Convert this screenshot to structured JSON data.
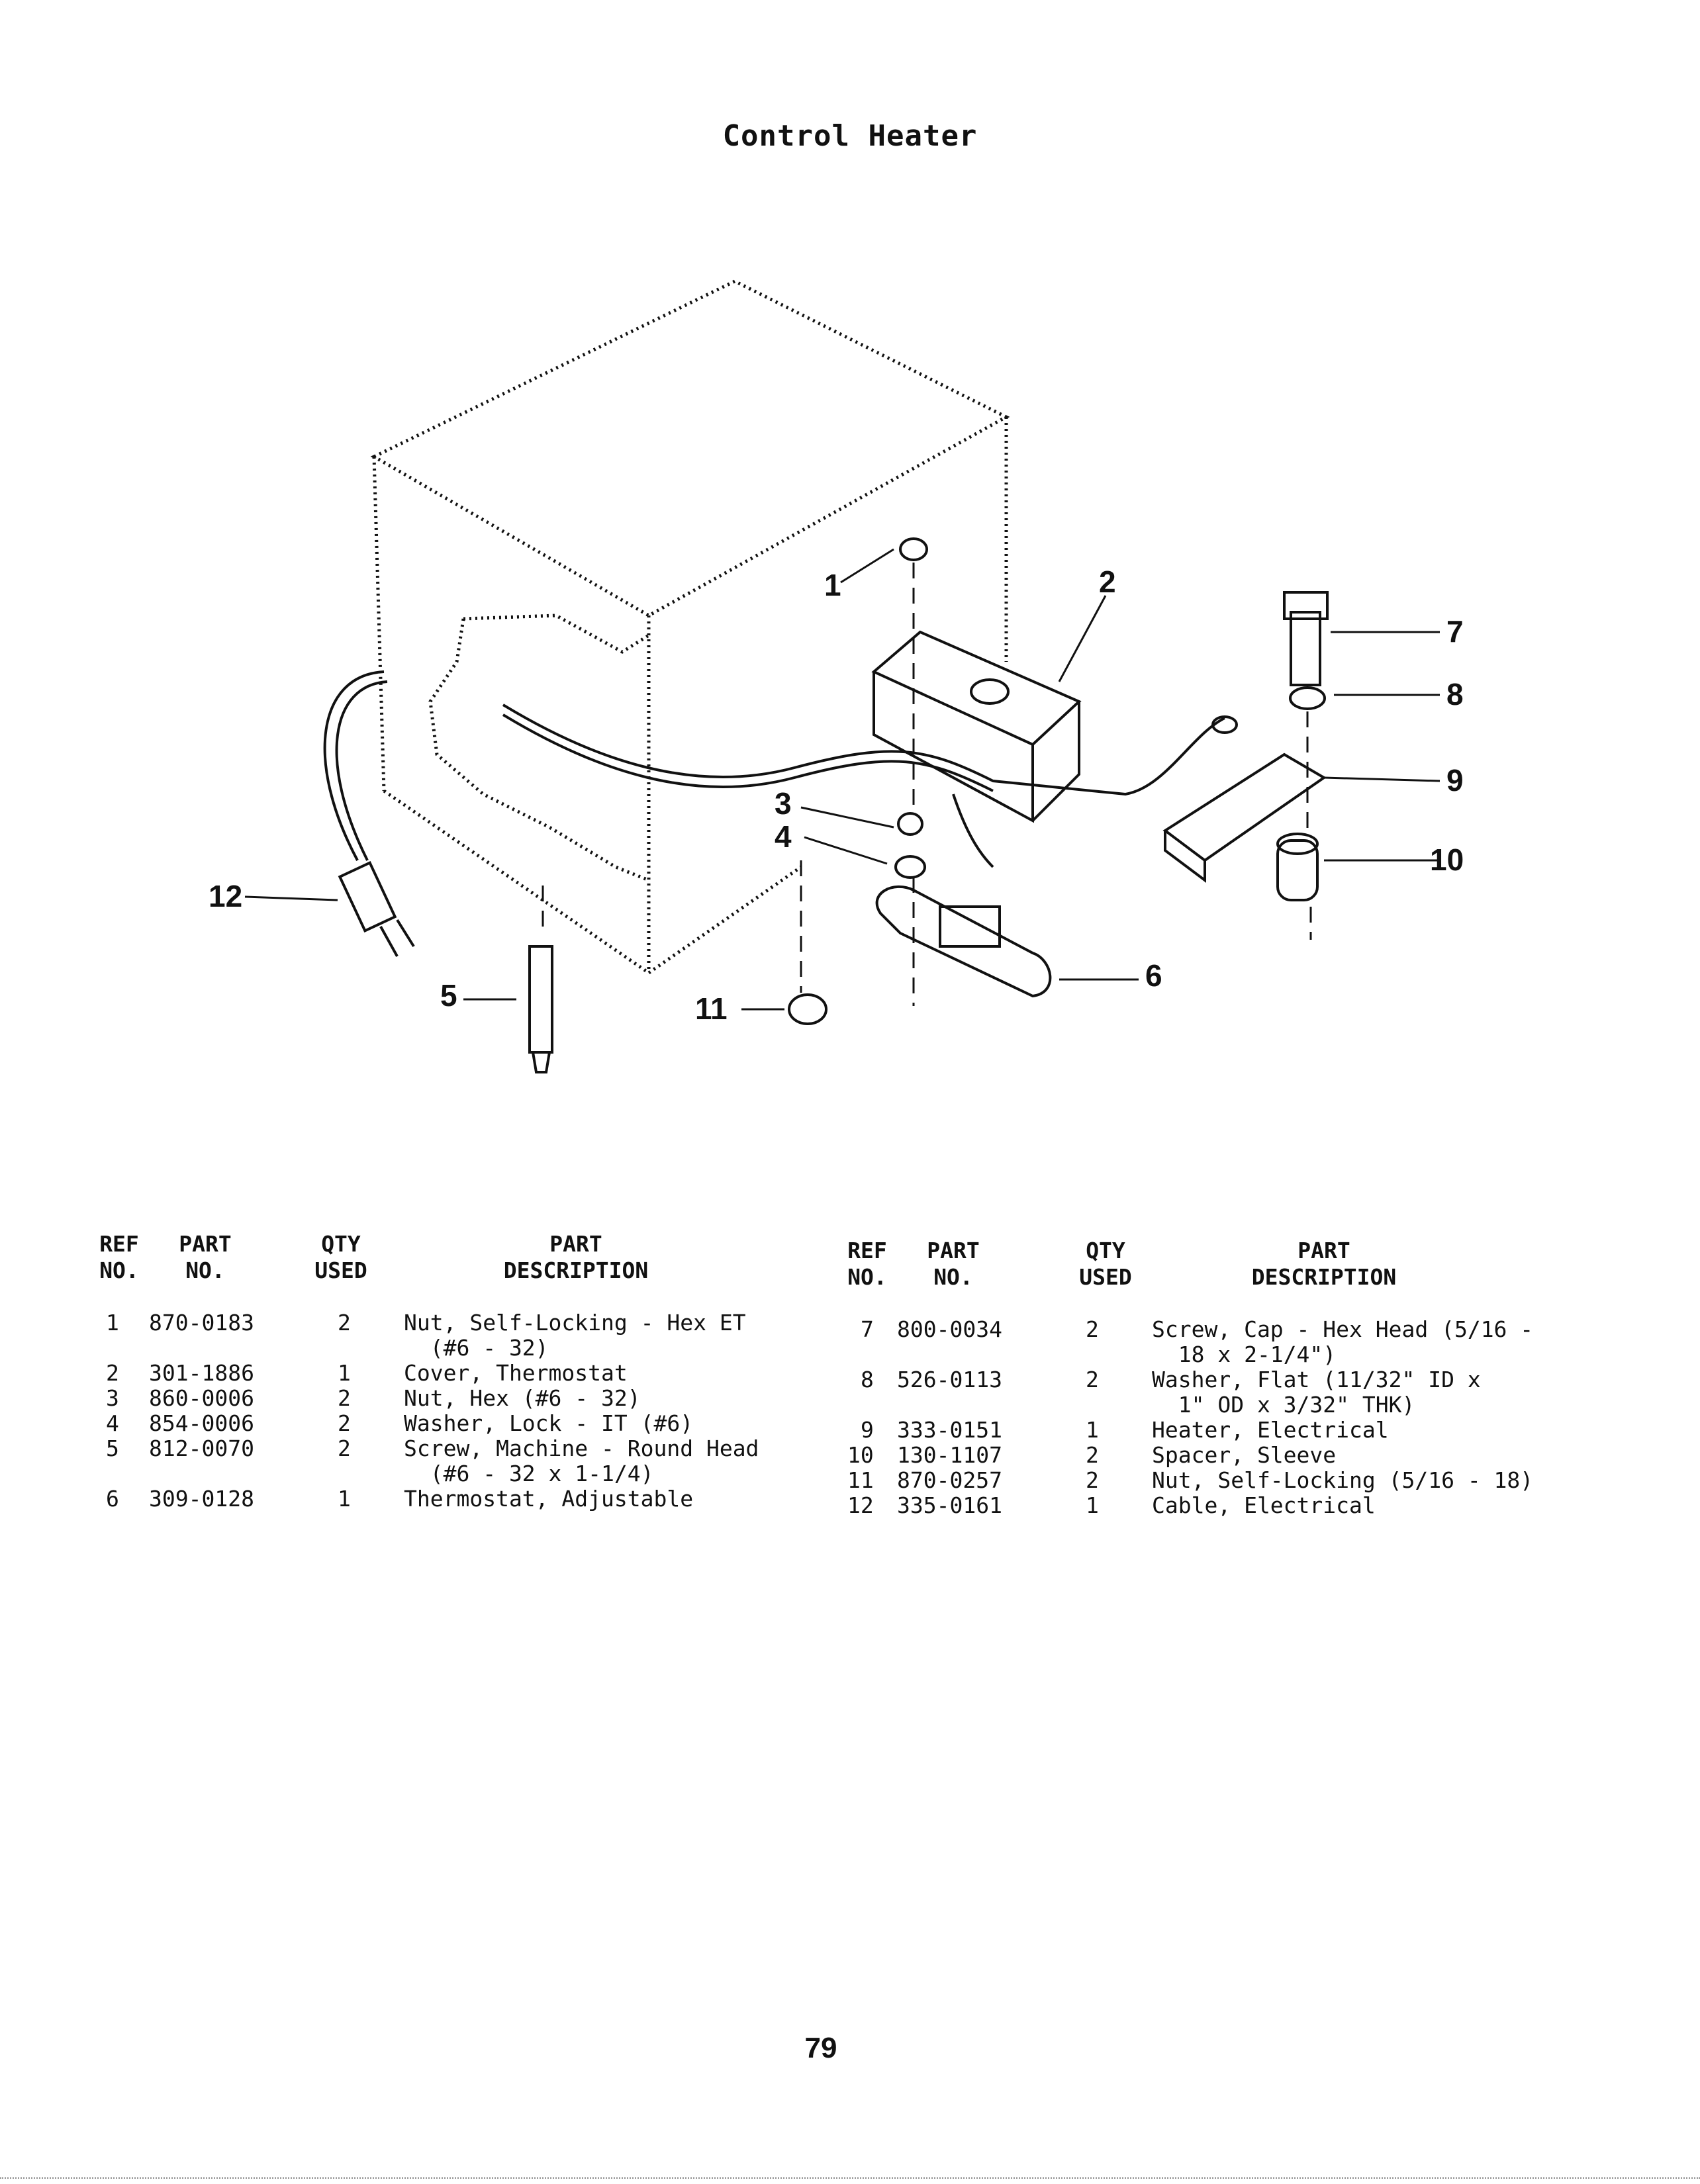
{
  "title": "Control Heater",
  "diagram": {
    "callouts": [
      "1",
      "2",
      "3",
      "4",
      "5",
      "6",
      "7",
      "8",
      "9",
      "10",
      "11",
      "12"
    ]
  },
  "table": {
    "headers": {
      "ref_no": [
        "REF",
        "NO."
      ],
      "part_no": [
        "PART",
        "NO."
      ],
      "qty_used": [
        "QTY",
        "USED"
      ],
      "part_description": [
        "PART",
        "DESCRIPTION"
      ]
    },
    "left": [
      {
        "ref": "1",
        "part": "870-0183",
        "qty": "2",
        "desc": [
          "Nut, Self-Locking - Hex ET",
          "  (#6 - 32)"
        ]
      },
      {
        "ref": "2",
        "part": "301-1886",
        "qty": "1",
        "desc": [
          "Cover, Thermostat"
        ]
      },
      {
        "ref": "3",
        "part": "860-0006",
        "qty": "2",
        "desc": [
          "Nut, Hex (#6 - 32)"
        ]
      },
      {
        "ref": "4",
        "part": "854-0006",
        "qty": "2",
        "desc": [
          "Washer, Lock - IT (#6)"
        ]
      },
      {
        "ref": "5",
        "part": "812-0070",
        "qty": "2",
        "desc": [
          "Screw, Machine - Round Head",
          "  (#6 - 32 x 1-1/4)"
        ]
      },
      {
        "ref": "6",
        "part": "309-0128",
        "qty": "1",
        "desc": [
          "Thermostat, Adjustable"
        ]
      }
    ],
    "right": [
      {
        "ref": "7",
        "part": "800-0034",
        "qty": "2",
        "desc": [
          "Screw, Cap - Hex Head (5/16 -",
          "  18 x 2-1/4\")"
        ]
      },
      {
        "ref": "8",
        "part": "526-0113",
        "qty": "2",
        "desc": [
          "Washer, Flat (11/32\" ID x",
          "  1\" OD x 3/32\" THK)"
        ]
      },
      {
        "ref": "9",
        "part": "333-0151",
        "qty": "1",
        "desc": [
          "Heater, Electrical"
        ]
      },
      {
        "ref": "10",
        "part": "130-1107",
        "qty": "2",
        "desc": [
          "Spacer, Sleeve"
        ]
      },
      {
        "ref": "11",
        "part": "870-0257",
        "qty": "2",
        "desc": [
          "Nut, Self-Locking (5/16 - 18)"
        ]
      },
      {
        "ref": "12",
        "part": "335-0161",
        "qty": "1",
        "desc": [
          "Cable, Electrical"
        ]
      }
    ]
  },
  "page_number": "79"
}
